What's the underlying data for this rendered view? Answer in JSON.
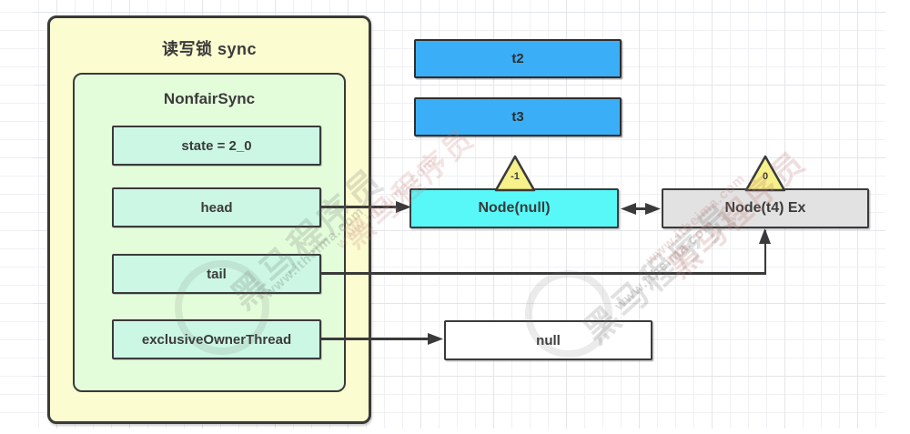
{
  "lock": {
    "title": "读写锁 sync",
    "inner": {
      "title": "NonfairSync",
      "fields": [
        {
          "label": "state = 2_0"
        },
        {
          "label": "head"
        },
        {
          "label": "tail"
        },
        {
          "label": "exclusiveOwnerThread"
        }
      ]
    }
  },
  "threads": [
    {
      "label": "t2"
    },
    {
      "label": "t3"
    }
  ],
  "queue": {
    "head_node": {
      "label": "Node(null)",
      "wait_status": "-1"
    },
    "tail_node": {
      "label": "Node(t4) Ex",
      "wait_status": "0"
    }
  },
  "owner": {
    "label": "null"
  },
  "watermark": {
    "brand": "黑马程序员",
    "site": "www.itheima.com"
  },
  "colors": {
    "container_yellow": "#fbfcd0",
    "container_green": "#e3fdda",
    "field_aqua": "#ccf7e4",
    "thread_blue": "#3aaff7",
    "node_cyan": "#58f8f8",
    "node_gray": "#e2e2e2",
    "triangle_yellow": "#f6f189",
    "line_dark": "#3a3a3a",
    "grid_minor": "#eff1f4",
    "grid_major": "#e3e6e9"
  }
}
